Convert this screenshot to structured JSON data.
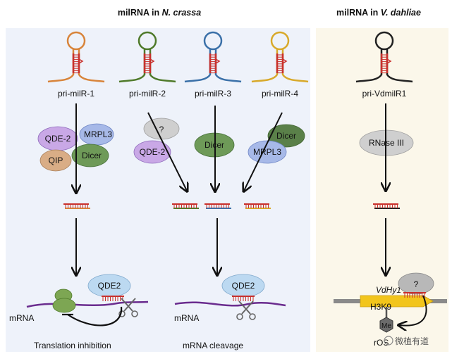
{
  "titles": {
    "left": "milRNA in N. crassa",
    "left_prefix": "milRNA in ",
    "left_species": "N. crassa",
    "right": "milRNA in V. dahliae",
    "right_prefix": "milRNA in ",
    "right_species": "V. dahliae"
  },
  "precursors": [
    "pri-milR-1",
    "pri-milR-2",
    "pri-milR-3",
    "pri-milR-4",
    "pri-VdmilR1"
  ],
  "proteins": {
    "qde2_a": "QDE-2",
    "mrpl3_a": "MRPL3",
    "qip": "QIP",
    "dicer_a": "Dicer",
    "unknown_a": "?",
    "qde2_b": "QDE-2",
    "dicer_b": "Dicer",
    "dicer_c": "Dicer",
    "mrpl3_b": "MRPL3",
    "rnase3": "RNase III",
    "qde2_ago_a": "QDE2",
    "qde2_ago_b": "QDE2",
    "unknown_b": "?"
  },
  "mrna": [
    "mRNA",
    "mRNA"
  ],
  "outcomes": [
    "Translation inhibition",
    "mRNA cleavage"
  ],
  "gene": {
    "name": "VdHy1",
    "mark": "H3K9",
    "methyl": "Me"
  },
  "ros_label": "rOS",
  "watermark": "微植有道",
  "colors": {
    "left_panel": "#eef2fa",
    "right_panel": "#fbf7ea",
    "orange": "#d8843a",
    "green": "#4f7a2a",
    "blue": "#3a70a8",
    "gold": "#d8a92a",
    "black": "#222222",
    "stem_red": "#c9302c",
    "mrna_purple": "#6a2c8e",
    "gene_yellow": "#f2c51c",
    "qde_purple": "#c9a8e6",
    "mrpl3_blue": "#a7b9e8",
    "qip_tan": "#d9ad86",
    "dicer_green": "#6e9a58",
    "dicer_dark": "#5a8049",
    "gray_blob": "#cfcfcf",
    "ago_blue": "#bcd9f1",
    "ribosome": "#7da653"
  }
}
